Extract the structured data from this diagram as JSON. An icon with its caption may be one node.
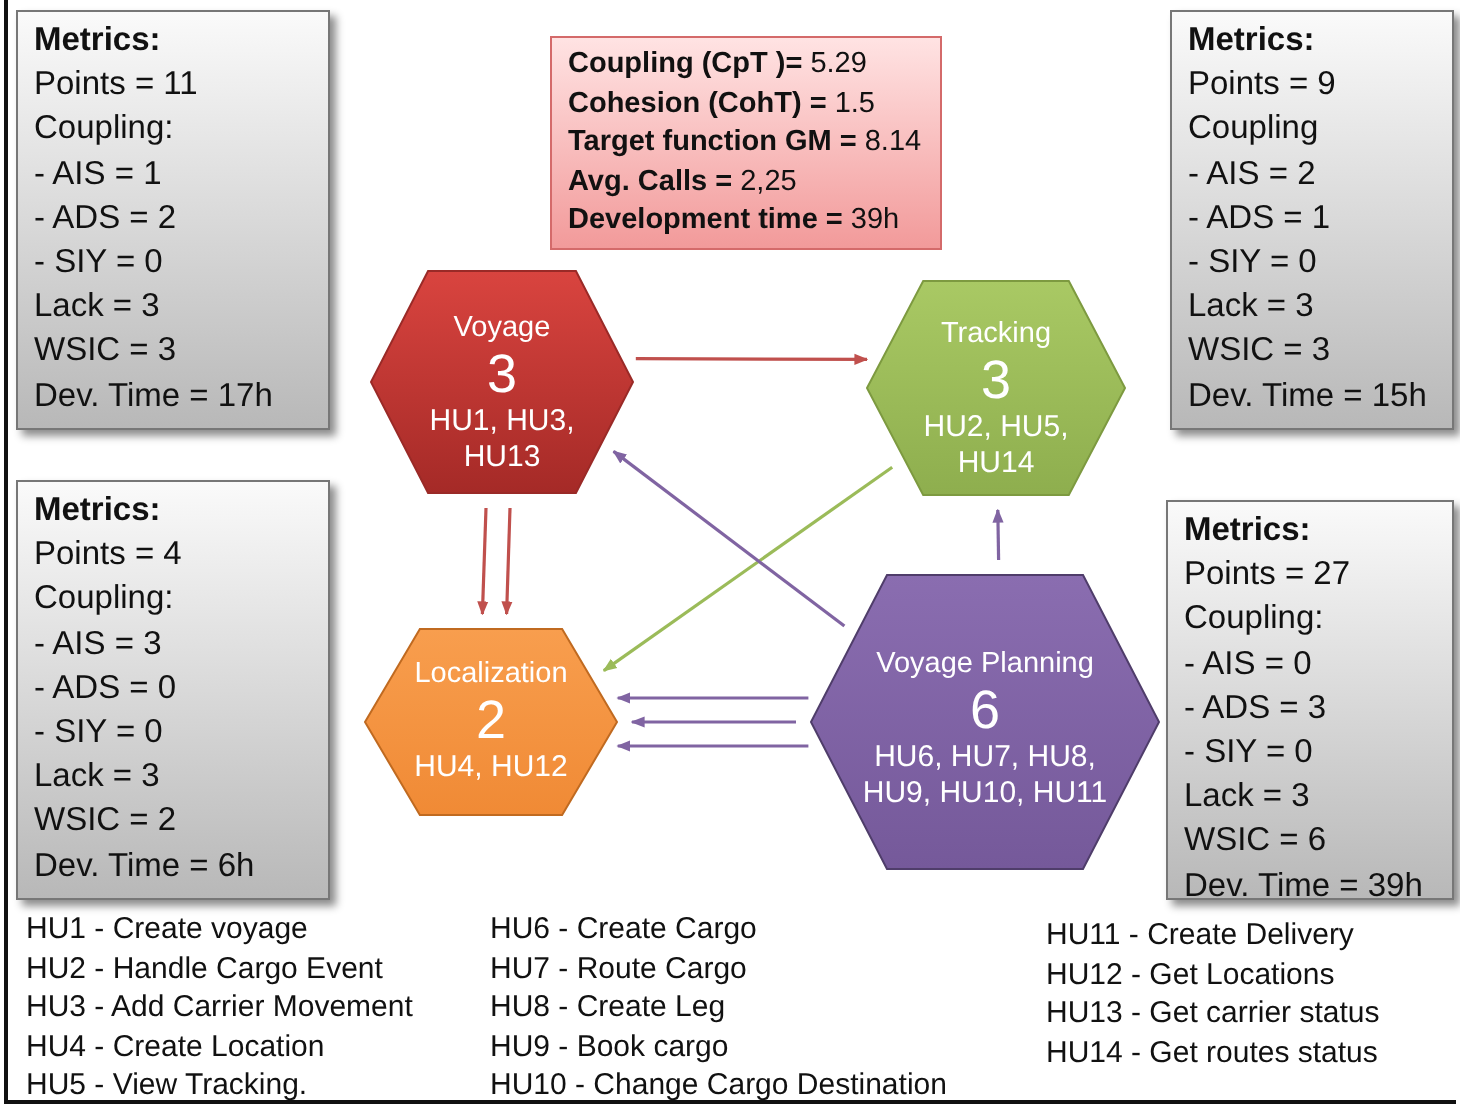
{
  "diagram": {
    "nodes": [
      {
        "text": [
          "Metrics:",
          "Points = 11",
          "Coupling:",
          "- AIS = 1",
          "- ADS = 2",
          "- SIY = 0",
          "Lack = 3",
          "WSIC = 3",
          "Dev. Time = 17h"
        ]
      },
      {
        "text": [
          "Metrics:",
          "Points = 9",
          "Coupling",
          "- AIS = 2",
          "- ADS = 1",
          "- SIY = 0",
          "Lack = 3",
          "WSIC = 3",
          "Dev. Time = 15h"
        ]
      },
      {
        "text": [
          "Metrics:",
          "Points = 4",
          "Coupling:",
          "- AIS = 3",
          "- ADS = 0",
          "- SIY = 0",
          "Lack = 3",
          "WSIC = 2",
          "Dev. Time = 6h"
        ]
      },
      {
        "text": [
          "Metrics:",
          "Points = 27",
          "Coupling:",
          "- AIS = 0",
          "- ADS = 3",
          "- SIY = 0",
          "Lack = 3",
          "WSIC = 6",
          "Dev. Time = 39h"
        ]
      },
      {
        "text": [
          "**Coupling (CpT )=** 5.29",
          "**Cohesion (CohT) =** 1.5",
          "**Target function GM =** 8.14",
          "**Avg. Calls =** 2,25",
          "**Development time =** 39h"
        ]
      },
      {
        "text": [
          "Voyage",
          "3",
          "HU1, HU3, HU13"
        ]
      },
      {
        "text": [
          "Tracking",
          "3",
          "HU2, HU5, HU14"
        ]
      },
      {
        "text": [
          "Localization",
          "2",
          "HU4, HU12"
        ]
      },
      {
        "text": [
          "Voyage Planning",
          "6",
          "HU6, HU7, HU8, HU9, HU10, HU11"
        ]
      }
    ],
    "edges": [
      {
        "from": 5,
        "to": 6,
        "arrow": "to",
        "color": "#c0504d"
      },
      {
        "from": 5,
        "to": 7,
        "arrow": "to",
        "color": "#c0504d"
      },
      {
        "from": 5,
        "to": 7,
        "arrow": "to",
        "color": "#c0504d"
      },
      {
        "from": 6,
        "to": 7,
        "arrow": "to",
        "color": "#9bbb59"
      },
      {
        "from": 8,
        "to": 5,
        "arrow": "to"
      },
      {
        "from": 8,
        "to": 6,
        "arrow": "to"
      },
      {
        "from": 8,
        "to": 7,
        "arrow": "to"
      },
      {
        "from": 8,
        "to": 7,
        "arrow": "to"
      },
      {
        "from": 8,
        "to": 7,
        "arrow": "to"
      }
    ],
    "labels": [
      "HU1 - Create voyage",
      "HU2 - Handle Cargo Event",
      "HU3 - Add Carrier Movement",
      "HU4 - Create Location",
      "HU5 - View Tracking.",
      "HU6 - Create Cargo",
      "HU7 - Route Cargo",
      "HU8 - Create Leg",
      "HU9 - Book cargo",
      "HU10 - Change Cargo Destination",
      "HU11 - Create Delivery",
      "HU12 - Get Locations",
      "HU13 - Get carrier status",
      "HU14 - Get routes status"
    ]
  }
}
